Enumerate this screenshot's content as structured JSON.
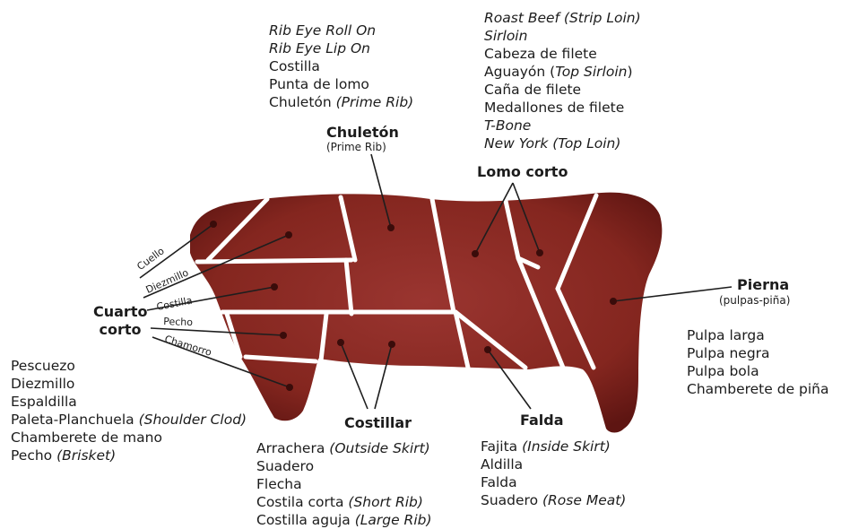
{
  "colors": {
    "meat": "#8b2a25",
    "meat_dark": "#5e1512",
    "meat_light": "#a2403a",
    "cut_lines": "#ffffff",
    "pointer_lines": "#1e1e1e",
    "dots": "#3a0c0a"
  },
  "sections": {
    "chuleton": {
      "title": "Chuletón",
      "subtitle": "(Prime Rib)",
      "cuts": [
        {
          "es": "",
          "en": "Rib Eye Roll On"
        },
        {
          "es": "",
          "en": "Rib Eye Lip On"
        },
        {
          "es": "Costilla",
          "en": ""
        },
        {
          "es": "Punta de lomo",
          "en": ""
        },
        {
          "es": "Chuletón ",
          "en": "(Prime Rib)"
        }
      ]
    },
    "lomo_corto": {
      "title": "Lomo corto",
      "cuts": [
        {
          "es": "",
          "en": "Roast Beef (Strip Loin)"
        },
        {
          "es": "",
          "en": "Sirloin"
        },
        {
          "es": "Cabeza de filete",
          "en": ""
        },
        {
          "es": "Aguayón (",
          "en": "Top Sirloin",
          "tail": ")"
        },
        {
          "es": "Caña de filete",
          "en": ""
        },
        {
          "es": "Medallones de filete",
          "en": ""
        },
        {
          "es": "",
          "en": "T-Bone"
        },
        {
          "es": "",
          "en": "New York (Top Loin)"
        }
      ]
    },
    "cuarto_corto": {
      "title_line1": "Cuarto",
      "title_line2": "corto",
      "sub_labels": [
        "Cuello",
        "Diezmillo",
        "Costilla",
        "Pecho",
        "Chamorro"
      ],
      "cuts": [
        {
          "es": "Pescuezo",
          "en": ""
        },
        {
          "es": "Diezmillo",
          "en": ""
        },
        {
          "es": "Espaldilla",
          "en": ""
        },
        {
          "es": "Paleta-Planchuela ",
          "en": "(Shoulder Clod)"
        },
        {
          "es": "Chamberete de mano",
          "en": ""
        },
        {
          "es": "Pecho ",
          "en": "(Brisket)"
        }
      ]
    },
    "pierna": {
      "title": "Pierna",
      "subtitle": "(pulpas-piña)",
      "cuts": [
        {
          "es": "Pulpa larga",
          "en": ""
        },
        {
          "es": "Pulpa negra",
          "en": ""
        },
        {
          "es": "Pulpa bola",
          "en": ""
        },
        {
          "es": "Chamberete de piña",
          "en": ""
        }
      ]
    },
    "costillar": {
      "title": "Costillar",
      "cuts": [
        {
          "es": "Arrachera ",
          "en": "(Outside Skirt)"
        },
        {
          "es": "Suadero",
          "en": ""
        },
        {
          "es": "Flecha",
          "en": ""
        },
        {
          "es": "Costila corta ",
          "en": "(Short Rib)"
        },
        {
          "es": "Costilla aguja ",
          "en": "(Large Rib)"
        }
      ]
    },
    "falda": {
      "title": "Falda",
      "cuts": [
        {
          "es": "Fajita ",
          "en": "(Inside Skirt)"
        },
        {
          "es": "Aldilla",
          "en": ""
        },
        {
          "es": "Falda",
          "en": ""
        },
        {
          "es": "Suadero ",
          "en": "(Rose Meat)"
        }
      ]
    }
  }
}
